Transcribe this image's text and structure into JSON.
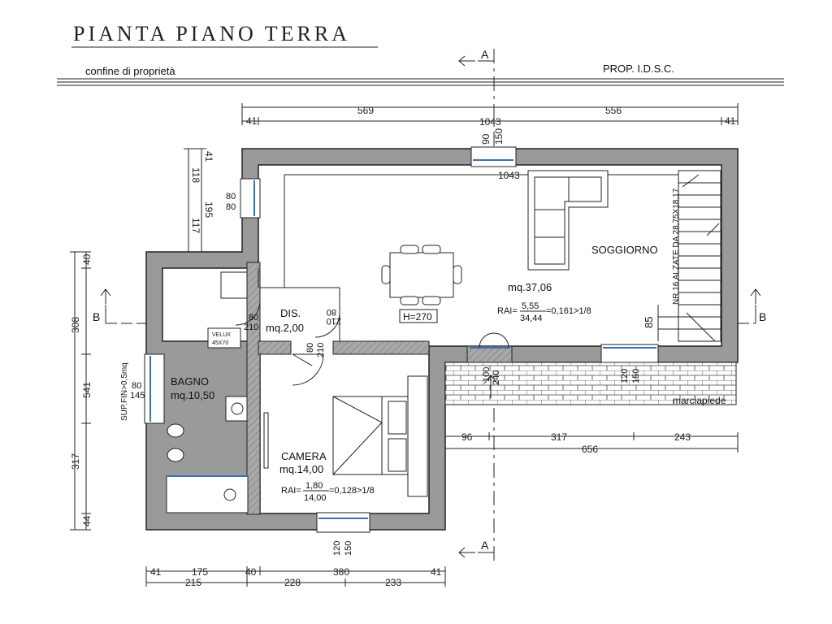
{
  "title": "PIANTA PIANO TERRA",
  "header": {
    "confine_label": "confine di proprietà",
    "prop_label": "PROP. I.D.S.C."
  },
  "section_markers": {
    "a_top": "A",
    "a_bottom": "A",
    "b_left": "B",
    "b_right": "B"
  },
  "dimensions": {
    "top_row1": [
      "569",
      "1043",
      "556"
    ],
    "top_row2": [
      "41",
      "41"
    ],
    "top_window": [
      "90",
      "150"
    ],
    "top_inner": "1043",
    "left_outer": [
      "40",
      "308",
      "541",
      "317",
      "44"
    ],
    "left_upper": [
      "41",
      "118",
      "195",
      "117"
    ],
    "bottom_row1": [
      "41",
      "175",
      "40",
      "380",
      "41"
    ],
    "bottom_row2": [
      "215",
      "228",
      "233"
    ],
    "right_row1": [
      "96",
      "317",
      "243"
    ],
    "right_row2": "656"
  },
  "rooms": {
    "soggiorno": {
      "name": "SOGGIORNO",
      "area": "mq.37,06"
    },
    "dis": {
      "name": "DIS.",
      "area": "mq.2,00"
    },
    "bagno": {
      "name": "BAGNO",
      "area": "mq.10,50"
    },
    "camera": {
      "name": "CAMERA",
      "area": "mq.14,00"
    }
  },
  "rai": {
    "soggiorno": {
      "prefix": "RAI=",
      "num": "5,55",
      "den": "34,44",
      "result": "=0,161>1/8"
    },
    "camera": {
      "prefix": "RAI=",
      "num": "1,80",
      "den": "14,00",
      "result": "=0,128>1/8"
    }
  },
  "openings": {
    "w_bagno_upper": [
      "80",
      "80"
    ],
    "w_dis": [
      "80",
      "210"
    ],
    "w_dis2": [
      "210",
      "80"
    ],
    "w_camera_door": [
      "80",
      "210"
    ],
    "w_bagno": [
      "80",
      "145"
    ],
    "w_front": [
      "100",
      "240"
    ],
    "w_soggiorno_right": [
      "120",
      "150"
    ],
    "w_camera_bottom": [
      "120",
      "150"
    ]
  },
  "labels": {
    "height": "H=270",
    "velux": "VELUX",
    "velux_size": "45X70",
    "sup_fin": "SUP.FIN>0,5mq",
    "stair": "NR.16 ALZATE DA 28,75X18,17",
    "stair_dim": "85",
    "sidewalk": "marciapiede"
  }
}
